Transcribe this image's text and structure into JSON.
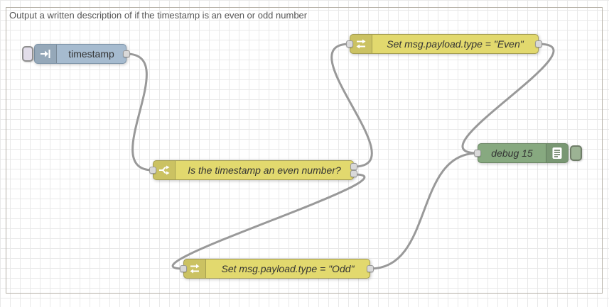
{
  "workspace": {
    "comment": "Output a written description of if the timestamp is an even or odd number"
  },
  "nodes": {
    "inject": {
      "label": "timestamp",
      "type": "inject"
    },
    "switch": {
      "label": "Is the timestamp an even number?",
      "type": "switch"
    },
    "change_even": {
      "label": "Set msg.payload.type = \"Even\"",
      "type": "change"
    },
    "change_odd": {
      "label": "Set msg.payload.type = \"Odd\"",
      "type": "change"
    },
    "debug": {
      "label": "debug 15",
      "type": "debug"
    }
  },
  "colors": {
    "inject_fill": "#a6bbcf",
    "function_fill": "#e2d96e",
    "debug_fill": "#87a980",
    "wire": "#999999",
    "port_fill": "#d9d9d9",
    "grid_line": "#e9e9e9"
  }
}
